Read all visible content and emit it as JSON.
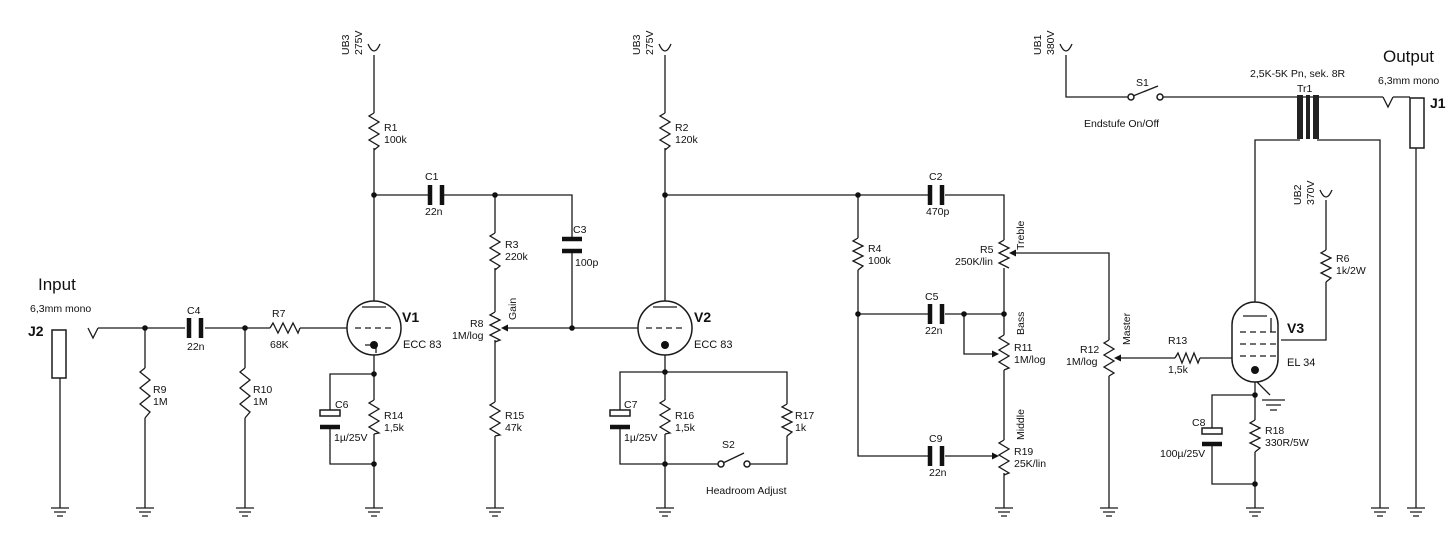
{
  "diagram": {
    "input": {
      "title": "Input",
      "connector": "6,3mm mono",
      "jack": "J2"
    },
    "output": {
      "title": "Output",
      "connector": "6,3mm mono",
      "jack": "J1"
    },
    "supplies": {
      "ub3_a": {
        "name": "UB3",
        "voltage": "275V"
      },
      "ub3_b": {
        "name": "UB3",
        "voltage": "275V"
      },
      "ub1": {
        "name": "UB1",
        "voltage": "380V"
      },
      "ub2": {
        "name": "UB2",
        "voltage": "370V"
      }
    },
    "resistors": {
      "r1": {
        "ref": "R1",
        "value": "100k"
      },
      "r2": {
        "ref": "R2",
        "value": "120k"
      },
      "r3": {
        "ref": "R3",
        "value": "220k"
      },
      "r4": {
        "ref": "R4",
        "value": "100k"
      },
      "r6": {
        "ref": "R6",
        "value": "1k/2W"
      },
      "r7": {
        "ref": "R7",
        "value": "68K"
      },
      "r9": {
        "ref": "R9",
        "value": "1M"
      },
      "r10": {
        "ref": "R10",
        "value": "1M"
      },
      "r13": {
        "ref": "R13",
        "value": "1,5k"
      },
      "r14": {
        "ref": "R14",
        "value": "1,5k"
      },
      "r15": {
        "ref": "R15",
        "value": "47k"
      },
      "r16": {
        "ref": "R16",
        "value": "1,5k"
      },
      "r17": {
        "ref": "R17",
        "value": "1k"
      },
      "r18": {
        "ref": "R18",
        "value": "330R/5W"
      }
    },
    "pots": {
      "r5": {
        "ref": "R5",
        "value": "250K/lin",
        "name": "Treble"
      },
      "r8": {
        "ref": "R8",
        "value": "1M/log",
        "name": "Gain"
      },
      "r11": {
        "ref": "R11",
        "value": "1M/log",
        "name": "Bass"
      },
      "r12": {
        "ref": "R12",
        "value": "1M/log",
        "name": "Master"
      },
      "r19": {
        "ref": "R19",
        "value": "25K/lin",
        "name": "Middle"
      }
    },
    "capacitors": {
      "c1": {
        "ref": "C1",
        "value": "22n"
      },
      "c2": {
        "ref": "C2",
        "value": "470p"
      },
      "c3": {
        "ref": "C3",
        "value": "100p"
      },
      "c4": {
        "ref": "C4",
        "value": "22n"
      },
      "c5": {
        "ref": "C5",
        "value": "22n"
      },
      "c6": {
        "ref": "C6",
        "value": "1µ/25V"
      },
      "c7": {
        "ref": "C7",
        "value": "1µ/25V"
      },
      "c8": {
        "ref": "C8",
        "value": "100µ/25V"
      },
      "c9": {
        "ref": "C9",
        "value": "22n"
      }
    },
    "tubes": {
      "v1": {
        "ref": "V1",
        "type": "ECC 83"
      },
      "v2": {
        "ref": "V2",
        "type": "ECC 83"
      },
      "v3": {
        "ref": "V3",
        "type": "EL 34"
      }
    },
    "switches": {
      "s1": {
        "ref": "S1",
        "label": "Endstufe On/Off"
      },
      "s2": {
        "ref": "S2",
        "label": "Headroom Adjust"
      }
    },
    "transformer": {
      "ref": "Tr1",
      "spec": "2,5K-5K Pn, sek. 8R"
    }
  }
}
